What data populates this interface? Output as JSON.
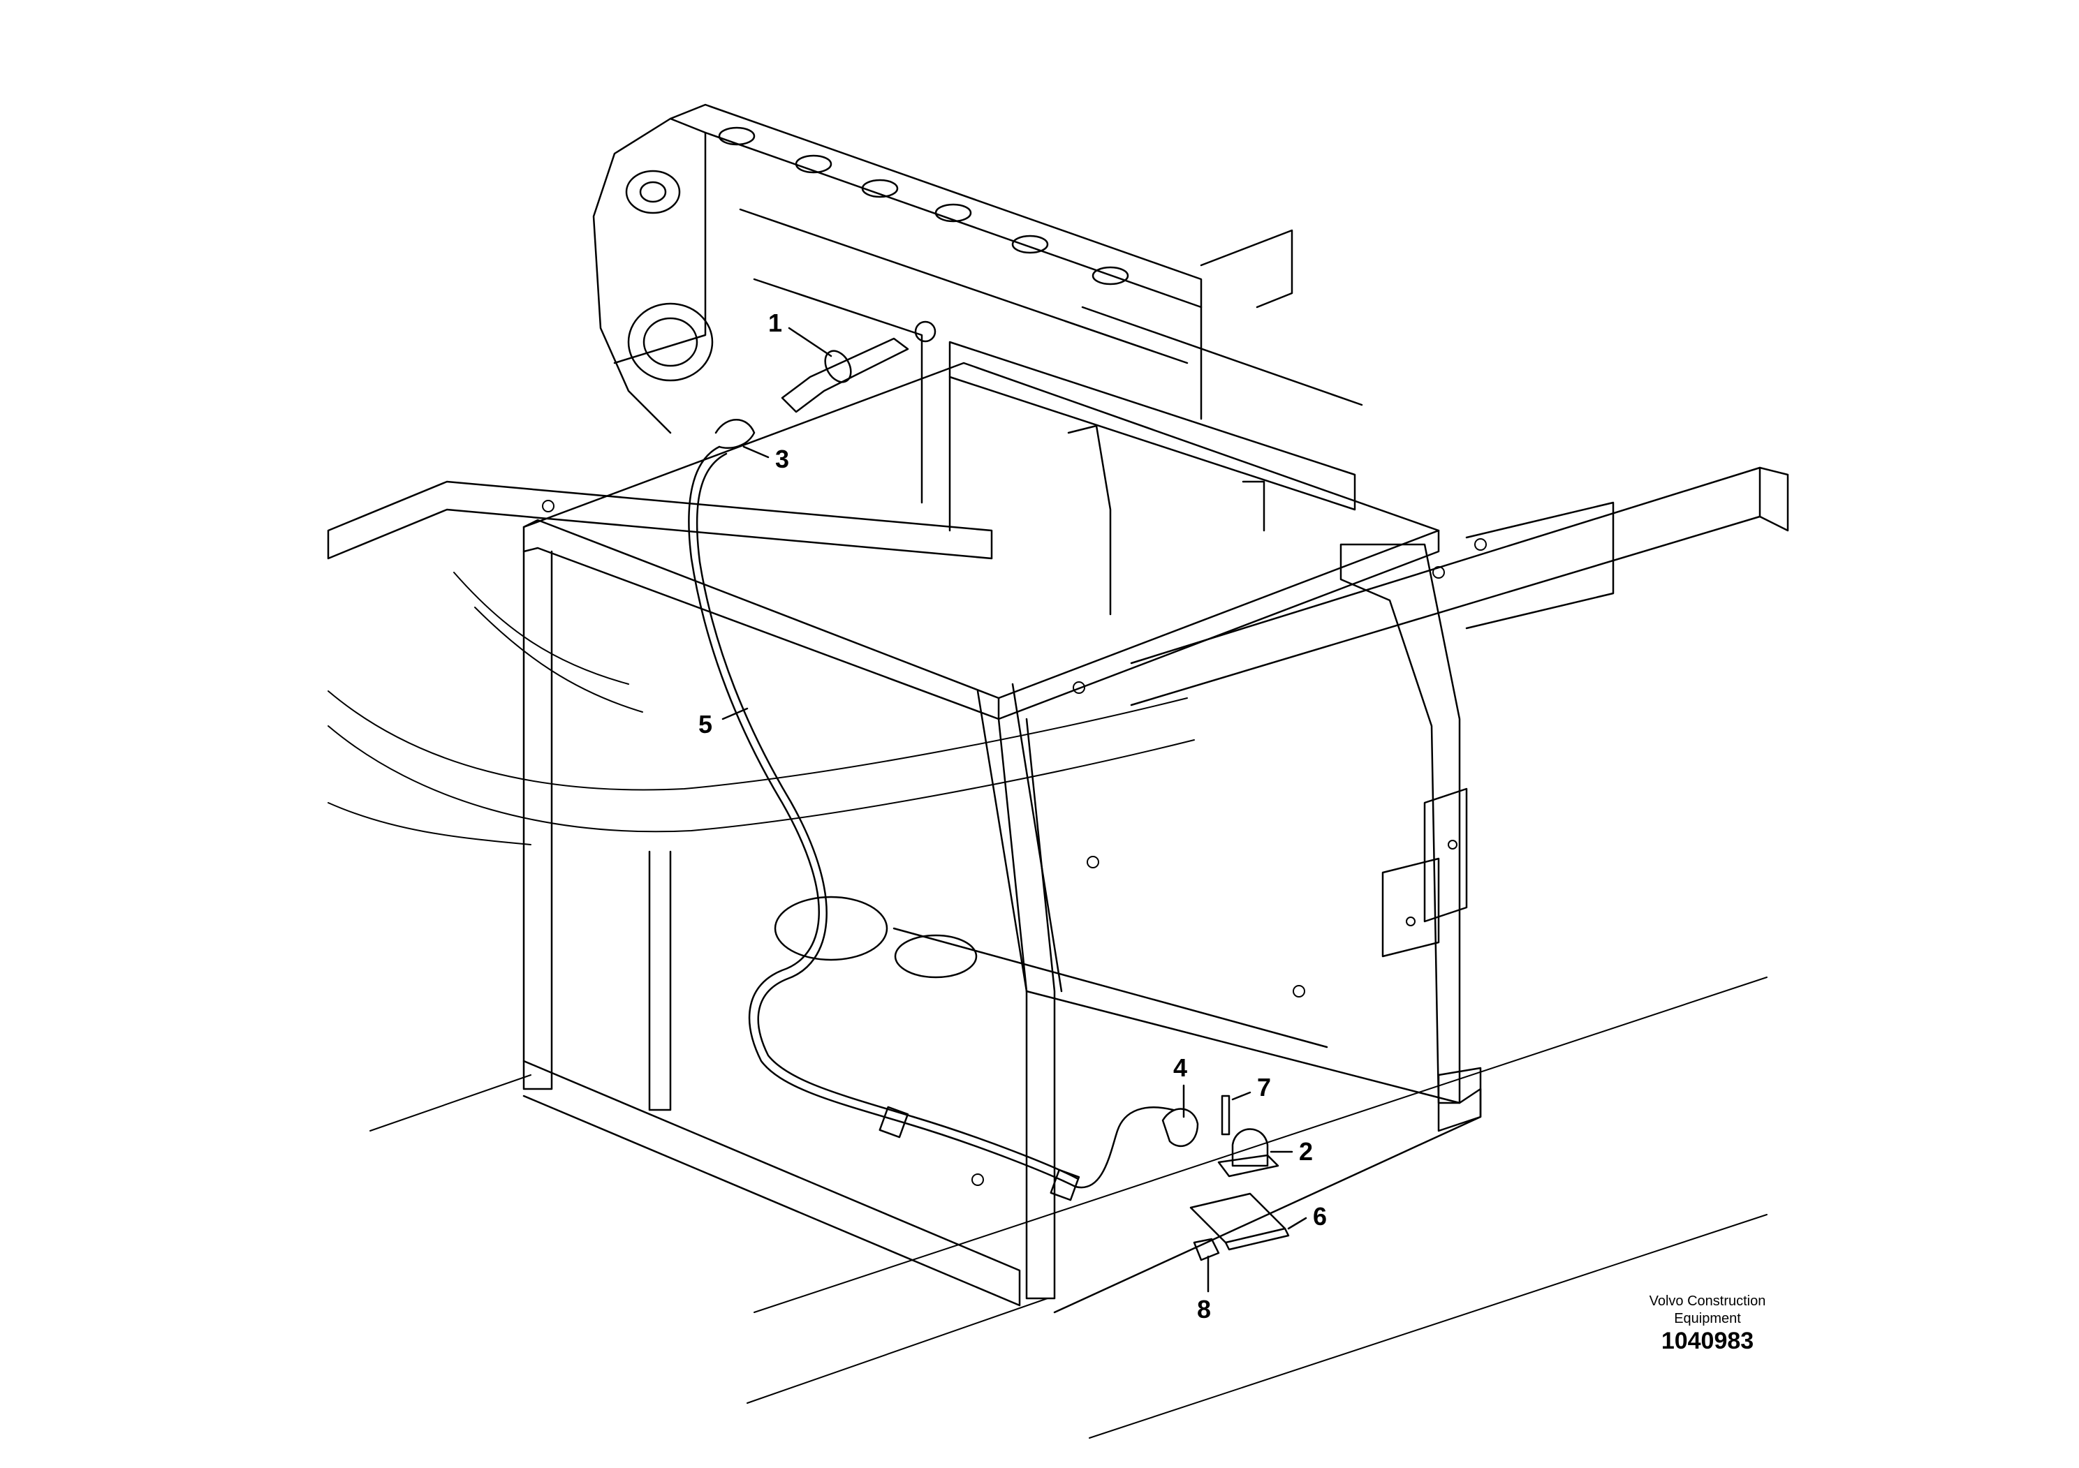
{
  "labels": {
    "p1": "1",
    "p2": "2",
    "p3": "3",
    "p4": "4",
    "p5": "5",
    "p6": "6",
    "p7": "7",
    "p8": "8"
  },
  "footer": {
    "company_line1": "Volvo Construction",
    "company_line2": "Equipment",
    "figure_number": "1040983"
  }
}
